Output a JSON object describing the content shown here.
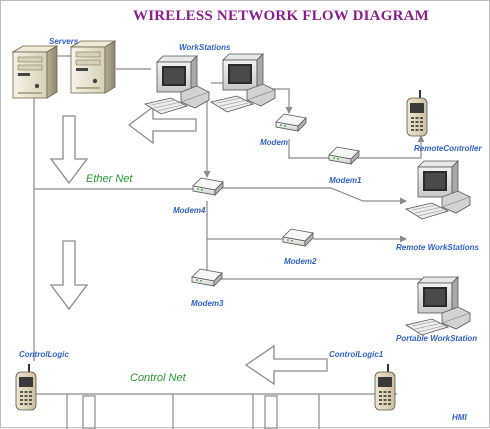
{
  "title": "WIRELESS NETWORK FLOW DIAGRAM",
  "labels": {
    "servers": "Servers",
    "workstations": "WorkStations",
    "modem": "Modem",
    "remote_controller": "RemoteController",
    "modem1": "Modem1",
    "ether_net": "Ether Net",
    "modem4": "Modem4",
    "modem2": "Modem2",
    "remote_workstations": "Remote WorkStations",
    "modem3": "Modem3",
    "portable_workstation": "Portable WorkStation",
    "control_logic": "ControlLogic",
    "control_logic1": "ControlLogic1",
    "control_net": "Control Net",
    "hmi": "HMI"
  },
  "colors": {
    "title": "#8a1e8c",
    "node_label": "#2f62c8",
    "network_label": "#249a30",
    "connector": "#8a8a8a"
  },
  "icons": [
    "server-icon",
    "workstation-icon",
    "modem-icon",
    "handheld-device-icon",
    "flow-arrow-icon"
  ]
}
